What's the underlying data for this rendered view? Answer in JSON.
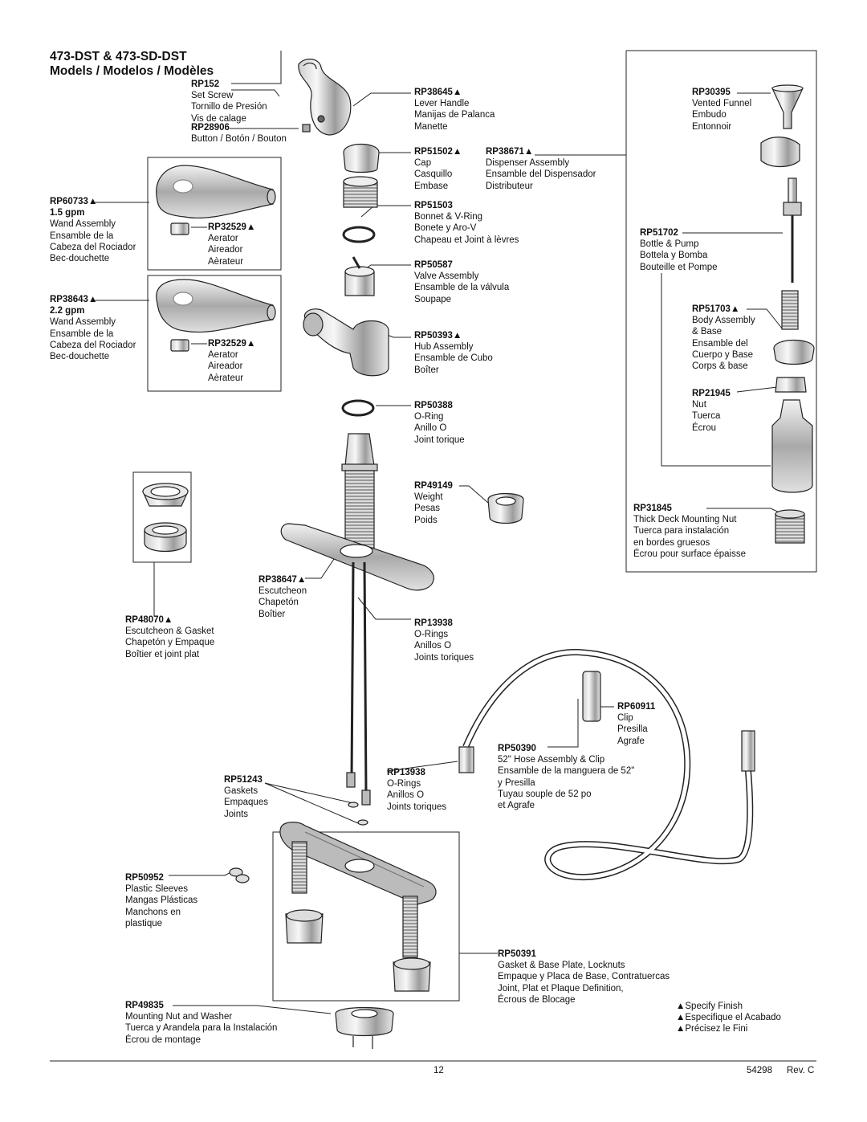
{
  "title": {
    "line1": "473-DST & 473-SD-DST",
    "line2": "Models / Modelos / Modèles"
  },
  "parts": [
    {
      "id": "rp152",
      "code": "RP152",
      "lines": [
        "Set Screw",
        "Tornillo de Presión",
        "Vis de calage"
      ]
    },
    {
      "id": "rp28906",
      "code": "RP28906",
      "lines": [
        "Button / Botón / Bouton"
      ]
    },
    {
      "id": "rp60733",
      "code": "RP60733▲",
      "sub": "1.5 gpm",
      "lines": [
        "Wand Assembly",
        "Ensamble de la",
        "Cabeza del Rociador",
        "Bec-douchette"
      ]
    },
    {
      "id": "rp32529a",
      "code": "RP32529▲",
      "lines": [
        "Aerator",
        "Aireador",
        "Aèrateur"
      ]
    },
    {
      "id": "rp38643",
      "code": "RP38643▲",
      "sub": "2.2 gpm",
      "lines": [
        "Wand Assembly",
        "Ensamble de la",
        "Cabeza del Rociador",
        "Bec-douchette"
      ]
    },
    {
      "id": "rp32529b",
      "code": "RP32529▲",
      "lines": [
        "Aerator",
        "Aireador",
        "Aèrateur"
      ]
    },
    {
      "id": "rp38645",
      "code": "RP38645▲",
      "lines": [
        "Lever Handle",
        "Manijas de Palanca",
        "Manette"
      ]
    },
    {
      "id": "rp51502",
      "code": "RP51502▲",
      "lines": [
        "Cap",
        "Casquillo",
        "Embase"
      ]
    },
    {
      "id": "rp38671",
      "code": "RP38671▲",
      "lines": [
        "Dispenser Assembly",
        "Ensamble del Dispensador",
        "Distributeur"
      ]
    },
    {
      "id": "rp51503",
      "code": "RP51503",
      "lines": [
        "Bonnet & V-Ring",
        "Bonete y Aro-V",
        "Chapeau et Joint à lèvres"
      ]
    },
    {
      "id": "rp50587",
      "code": "RP50587",
      "lines": [
        "Valve Assembly",
        "Ensamble de la válvula",
        "Soupape"
      ]
    },
    {
      "id": "rp50393",
      "code": "RP50393▲",
      "lines": [
        "Hub Assembly",
        "Ensamble de Cubo",
        "Boîter"
      ]
    },
    {
      "id": "rp50388",
      "code": "RP50388",
      "lines": [
        "O-Ring",
        "Anillo O",
        "Joint torique"
      ]
    },
    {
      "id": "rp49149",
      "code": "RP49149",
      "lines": [
        "Weight",
        "Pesas",
        "Poids"
      ]
    },
    {
      "id": "rp30395",
      "code": "RP30395",
      "lines": [
        "Vented Funnel",
        "Embudo",
        "Entonnoir"
      ]
    },
    {
      "id": "rp51702",
      "code": "RP51702",
      "lines": [
        "Bottle & Pump",
        "Bottela y Bomba",
        "Bouteille et Pompe"
      ]
    },
    {
      "id": "rp51703",
      "code": "RP51703▲",
      "lines": [
        "Body Assembly",
        "& Base",
        "Ensamble del",
        "Cuerpo y Base",
        "Corps & base"
      ]
    },
    {
      "id": "rp21945",
      "code": "RP21945",
      "lines": [
        "Nut",
        "Tuerca",
        "Écrou"
      ]
    },
    {
      "id": "rp31845",
      "code": "RP31845",
      "lines": [
        "Thick Deck Mounting Nut",
        "Tuerca para instalación",
        "en bordes gruesos",
        "Écrou pour surface épaisse"
      ]
    },
    {
      "id": "rp48070",
      "code": "RP48070▲",
      "lines": [
        "Escutcheon & Gasket",
        "Chapetón y Empaque",
        "Boîtier et joint plat"
      ]
    },
    {
      "id": "rp38647",
      "code": "RP38647▲",
      "lines": [
        "Escutcheon",
        "Chapetón",
        "Boîtier"
      ]
    },
    {
      "id": "rp13938a",
      "code": "RP13938",
      "lines": [
        "O-Rings",
        "Anillos O",
        "Joints toriques"
      ]
    },
    {
      "id": "rp60911",
      "code": "RP60911",
      "lines": [
        "Clip",
        "Presilla",
        "Agrafe"
      ]
    },
    {
      "id": "rp50390",
      "code": "RP50390",
      "lines": [
        "52\" Hose Assembly & Clip",
        "Ensamble de la manguera de 52\"",
        "y Presilla",
        "Tuyau souple de 52 po",
        "et Agrafe"
      ]
    },
    {
      "id": "rp13938b",
      "code": "RP13938",
      "lines": [
        "O-Rings",
        "Anillos O",
        "Joints toriques"
      ]
    },
    {
      "id": "rp51243",
      "code": "RP51243",
      "lines": [
        "Gaskets",
        "Empaques",
        "Joints"
      ]
    },
    {
      "id": "rp50952",
      "code": "RP50952",
      "lines": [
        "Plastic Sleeves",
        "Mangas Plásticas",
        "Manchons en",
        "plastique"
      ]
    },
    {
      "id": "rp50391",
      "code": "RP50391",
      "lines": [
        "Gasket & Base Plate, Locknuts",
        "Empaque y Placa de Base, Contratuercas",
        "Joint, Plat et Plaque Definition,",
        "Écrous de Blocage"
      ]
    },
    {
      "id": "rp49835",
      "code": "RP49835",
      "lines": [
        "Mounting Nut and Washer",
        "Tuerca y Arandela para la Instalación",
        "Écrou de montage"
      ]
    }
  ],
  "legend": [
    "▲Specify Finish",
    "▲Especifique el Acabado",
    "▲Précisez le Fini"
  ],
  "footer": {
    "page": "12",
    "doc": "54298",
    "rev": "Rev. C"
  }
}
